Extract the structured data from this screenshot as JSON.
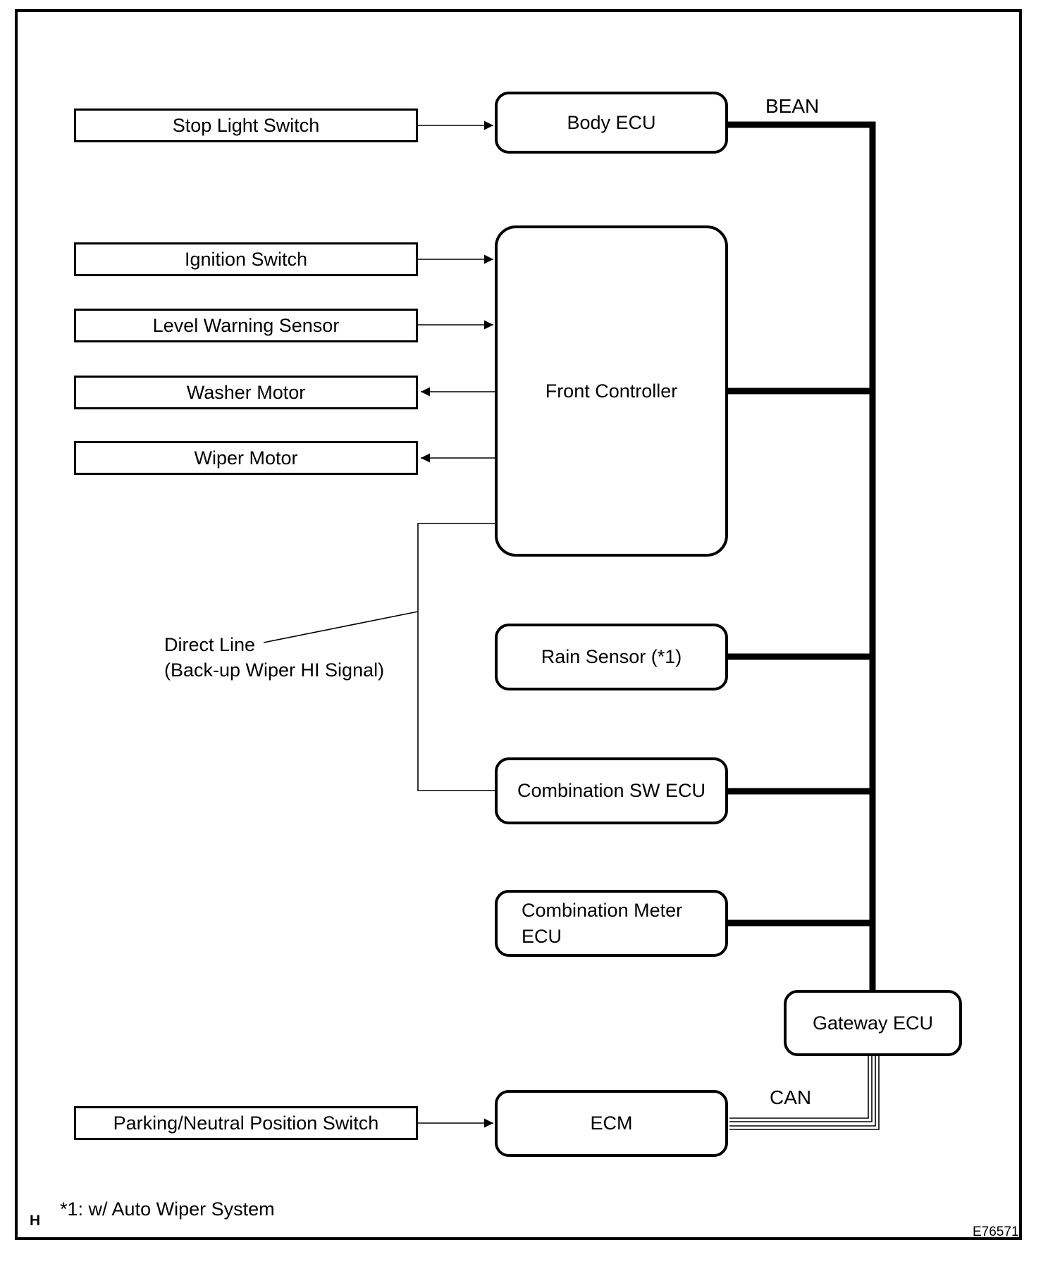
{
  "diagram": {
    "bus": {
      "bean_label": "BEAN",
      "can_label": "CAN"
    },
    "nodes": {
      "stop_light_switch": "Stop Light Switch",
      "ignition_switch": "Ignition Switch",
      "level_warning_sensor": "Level Warning Sensor",
      "washer_motor": "Washer Motor",
      "wiper_motor": "Wiper Motor",
      "parking_neutral_position_switch": "Parking/Neutral Position Switch",
      "body_ecu": "Body ECU",
      "front_controller": "Front Controller",
      "rain_sensor": "Rain Sensor (*1)",
      "combination_sw_ecu": "Combination SW ECU",
      "combination_meter_ecu_line1": "Combination Meter",
      "combination_meter_ecu_line2": "ECU",
      "gateway_ecu": "Gateway ECU",
      "ecm": "ECM"
    },
    "direct_line": {
      "line1": "Direct Line",
      "line2": "(Back-up Wiper HI Signal)"
    },
    "footnote": "*1: w/ Auto Wiper System",
    "page_letter": "H",
    "figure_code": "E76571",
    "colors": {
      "line": "#000000",
      "background": "#ffffff"
    }
  }
}
